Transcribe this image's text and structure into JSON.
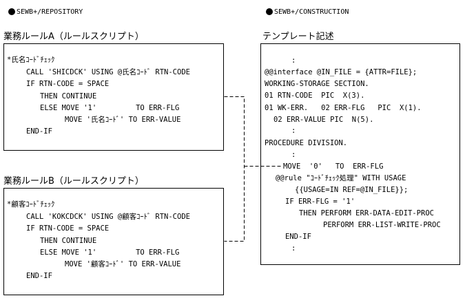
{
  "repository_header": "SEWB+/REPOSITORY",
  "construction_header": "SEWB+/CONSTRUCTION",
  "rule_a": {
    "title": "業務ルールA（ルールスクリプト）",
    "lines": [
      "*氏名ｺｰﾄﾞﾁｪｯｸ",
      "CALL 'SHICDCK' USING @氏名ｺｰﾄﾞ RTN-CODE",
      "IF RTN-CODE = SPACE",
      "THEN CONTINUE",
      "ELSE MOVE '1'         TO ERR-FLG",
      "MOVE '氏名ｺｰﾄﾞ' TO ERR-VALUE",
      "END-IF"
    ]
  },
  "rule_b": {
    "title": "業務ルールB（ルールスクリプト）",
    "lines": [
      "*顧客ｺｰﾄﾞﾁｪｯｸ",
      "CALL 'KOKCDCK' USING @顧客ｺｰﾄﾞ RTN-CODE",
      "IF RTN-CODE = SPACE",
      "THEN CONTINUE",
      "ELSE MOVE '1'         TO ERR-FLG",
      "MOVE '顧客ｺｰﾄﾞ' TO ERR-VALUE",
      "END-IF"
    ]
  },
  "template": {
    "title": "テンプレート記述",
    "lines": [
      ":",
      "@@interface @IN_FILE = {ATTR=FILE};",
      "WORKING-STORAGE SECTION.",
      "01 RTN-CODE  PIC  X(3).",
      "01 WK-ERR.   02 ERR-FLG   PIC  X(1).",
      "02 ERR-VALUE PIC  N(5).",
      ":",
      "PROCEDURE DIVISION.",
      ":",
      "MOVE  '0'   TO  ERR-FLG",
      "@@rule \"ｺｰﾄﾞﾁｪｯｸ処理\" WITH USAGE",
      "{{USAGE=IN REF=@IN_FILE}};",
      "IF ERR-FLG = '1'",
      "THEN PERFORM ERR-DATA-EDIT-PROC",
      "PERFORM ERR-LIST-WRITE-PROC",
      "END-IF",
      ":"
    ]
  }
}
